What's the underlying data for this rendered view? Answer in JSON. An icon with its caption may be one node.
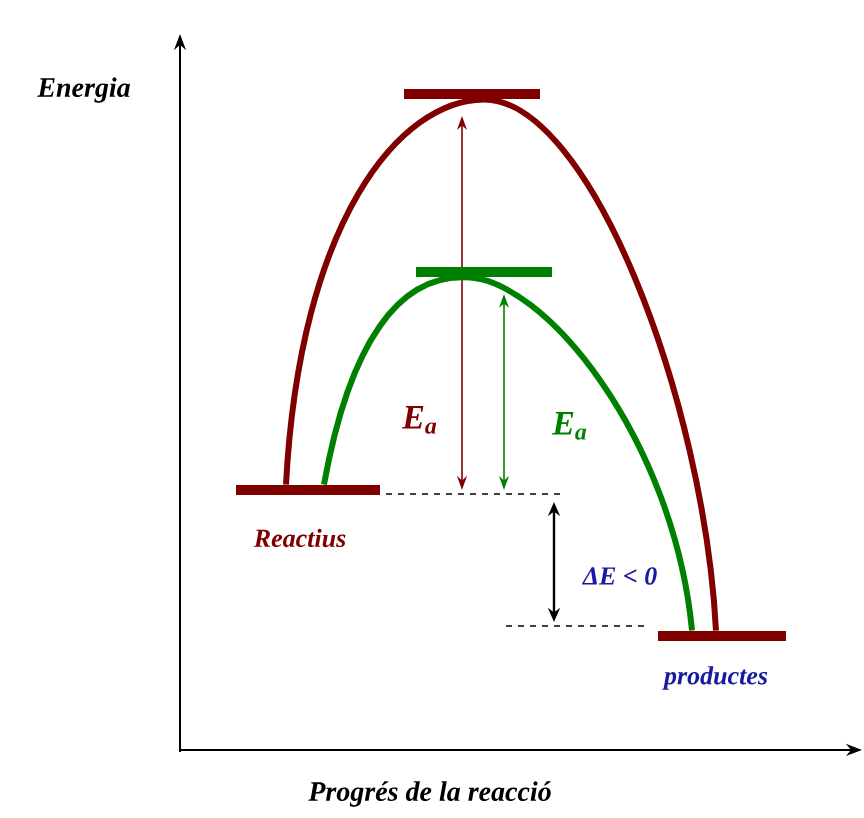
{
  "diagram": {
    "nodes": [
      {
        "text": [],
        "shape": "bar"
      },
      {
        "text": [],
        "shape": "bar"
      },
      {
        "text": [],
        "shape": "bar"
      },
      {
        "text": [],
        "shape": "bar"
      }
    ],
    "edges": [
      {
        "from": 0,
        "to": 1,
        "arrow": "none"
      },
      {
        "from": 1,
        "to": 3,
        "arrow": "none"
      },
      {
        "from": 0,
        "to": 2,
        "arrow": "none",
        "color": "#008000"
      },
      {
        "from": 2,
        "to": 3,
        "arrow": "none",
        "color": "#008000"
      }
    ],
    "labels": [
      "Energia",
      "*E*$_{a}$",
      "*E*$_{a}$",
      "Reactius",
      "ΔE < 0",
      "productes",
      "Progrés de la reacció"
    ]
  }
}
